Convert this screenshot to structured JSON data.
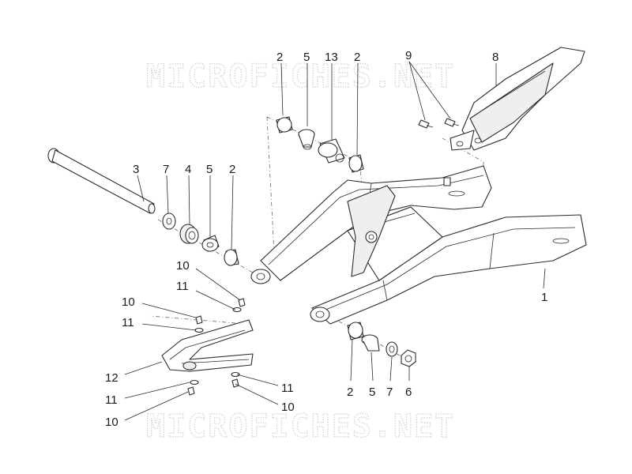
{
  "watermark": "MICROFICHES.NET",
  "labels": {
    "l1": "1",
    "l2a": "2",
    "l2b": "2",
    "l2c": "2",
    "l2d": "2",
    "l3": "3",
    "l4": "4",
    "l5a": "5",
    "l5b": "5",
    "l5c": "5",
    "l6": "6",
    "l7a": "7",
    "l7b": "7",
    "l8": "8",
    "l9": "9",
    "l10a": "10",
    "l10b": "10",
    "l10c": "10",
    "l10d": "10",
    "l11a": "11",
    "l11b": "11",
    "l11c": "11",
    "l11d": "11",
    "l12": "12",
    "l13": "13"
  },
  "colors": {
    "line": "#2a2a2a",
    "watermark": "#d6d6d6",
    "background": "#ffffff"
  }
}
